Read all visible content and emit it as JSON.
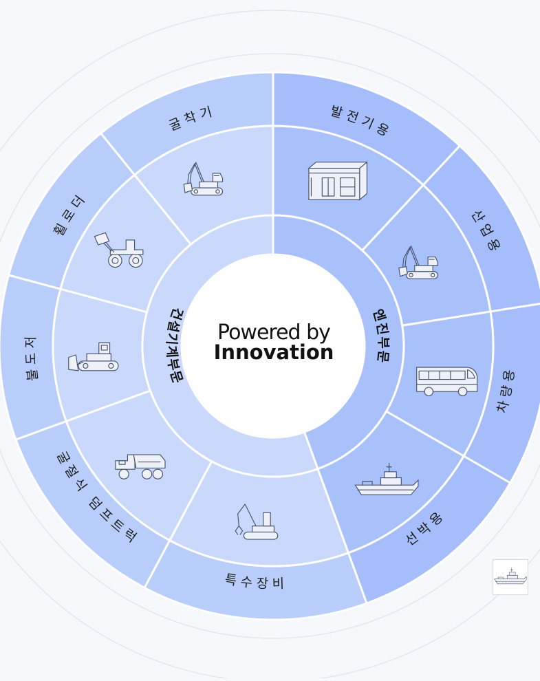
{
  "colors": {
    "background": "#f7f8fb",
    "construction_inner": "#c9d8fb",
    "construction_outer": "#b9cdfa",
    "engine_inner": "#a9c1fb",
    "engine_outer": "#a5bdfa",
    "divider": "#ffffff",
    "center": "#ffffff",
    "guide_ring": "#e3e6ec"
  },
  "center": {
    "line1": "Powered by",
    "line2": "Innovation"
  },
  "divisions": [
    {
      "id": "construction",
      "label": "건설기계부문"
    },
    {
      "id": "engine",
      "label": "엔진부문"
    }
  ],
  "segments": [
    {
      "id": "excavator",
      "label": "굴착기",
      "division": "construction",
      "icon": "excavator-icon"
    },
    {
      "id": "wheel-loader",
      "label": "휠로더",
      "division": "construction",
      "icon": "wheel-loader-icon"
    },
    {
      "id": "bulldozer",
      "label": "불도저",
      "division": "construction",
      "icon": "bulldozer-icon"
    },
    {
      "id": "articulated-dump-truck",
      "label": "굴절식 덤프트럭",
      "division": "construction",
      "icon": "dump-truck-icon"
    },
    {
      "id": "special-equipment",
      "label": "특수장비",
      "division": "construction",
      "icon": "material-handler-icon"
    },
    {
      "id": "power-generation",
      "label": "발전기용",
      "division": "engine",
      "icon": "generator-icon"
    },
    {
      "id": "industrial",
      "label": "산업용",
      "division": "engine",
      "icon": "excavator-icon"
    },
    {
      "id": "vehicle",
      "label": "차량용",
      "division": "engine",
      "icon": "bus-icon"
    },
    {
      "id": "marine",
      "label": "선박용",
      "division": "engine",
      "icon": "ship-icon"
    }
  ],
  "thumbnail": {
    "icon": "ship-icon"
  }
}
